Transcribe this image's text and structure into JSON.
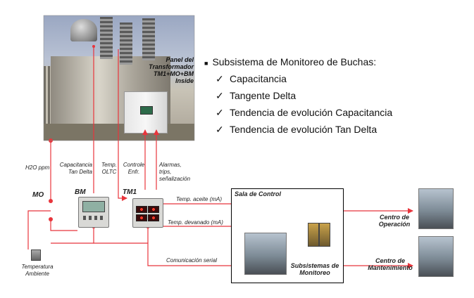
{
  "panel": {
    "line1": "Panel del",
    "line2": "Transformador",
    "line3": "TM1+MO+BM",
    "line4": "Inside"
  },
  "bullets": {
    "title": "Subsistema de Monitoreo de Buchas:",
    "bullet_glyph": "■",
    "check_glyph": "✓",
    "items": [
      "Capacitancia",
      "Tangente Delta",
      "Tendencia de evolución Capacitancia",
      "Tendencia de evolución Tan Delta"
    ]
  },
  "labels": {
    "h2o": "H2O ppm",
    "capacitancia_1": "Capacitancia",
    "capacitancia_2": "Tan Delta",
    "temp_oltc_1": "Temp.",
    "temp_oltc_2": "OLTC",
    "controle_1": "Controle",
    "controle_2": "Enfr.",
    "alarmas_1": "Alarmas,",
    "alarmas_2": "trips,",
    "alarmas_3": "señalización",
    "mo": "MO",
    "bm": "BM",
    "tm1": "TM1",
    "temp_aceite": "Temp. aceite (mA)",
    "temp_devanado": "Temp. devanado (mA)",
    "comunicacion": "Comunicación serial",
    "temp_amb_1": "Temperatura",
    "temp_amb_2": "Ambiente",
    "sala": "Sala de Control",
    "subsistemas_1": "Subsistemas de",
    "subsistemas_2": "Monitoreo",
    "centro_op_1": "Centro de",
    "centro_op_2": "Operación",
    "centro_mant_1": "Centro de",
    "centro_mant_2": "Mantenimiento"
  },
  "colors": {
    "line": "#e8353c",
    "dot": "#e8353c"
  }
}
